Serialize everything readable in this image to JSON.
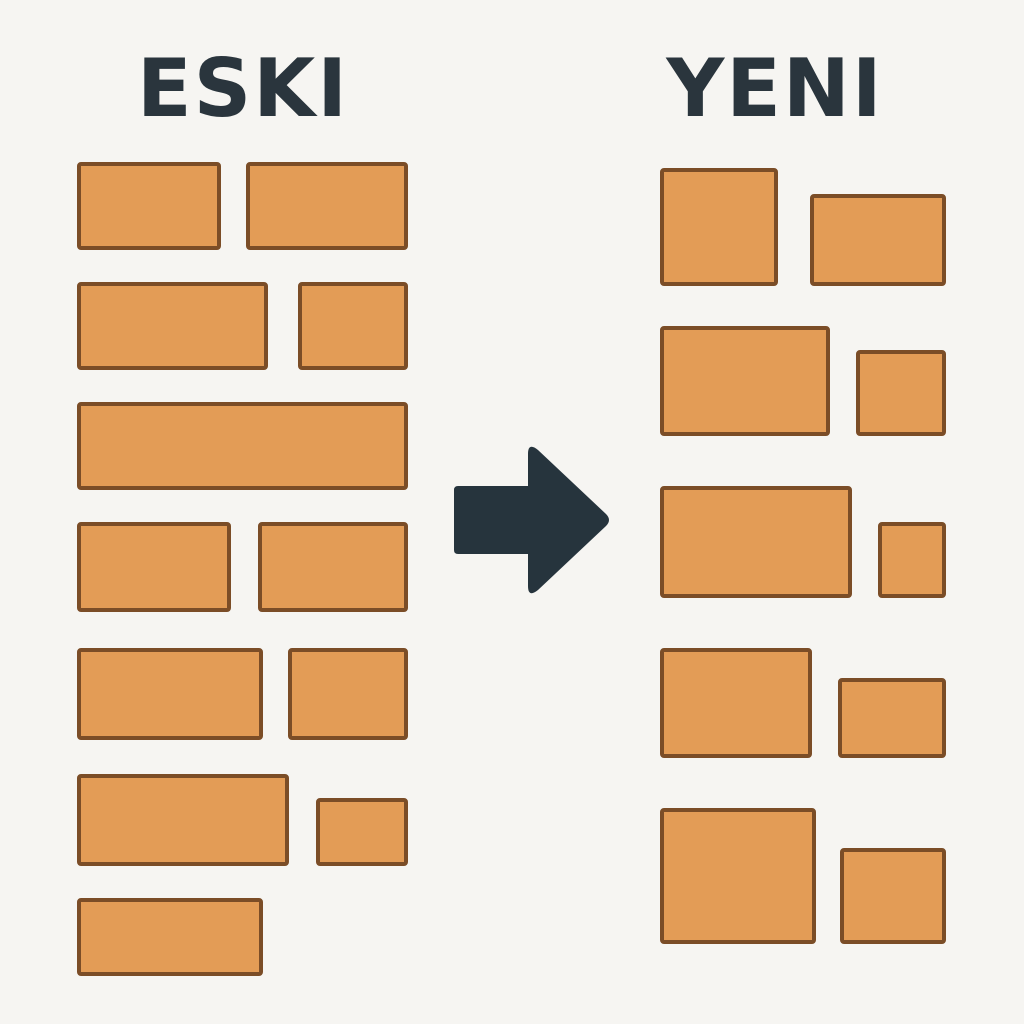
{
  "diagram": {
    "title_old": "ESKI",
    "title_new": "YENI",
    "colors": {
      "background": "#f6f5f2",
      "block_fill": "#e39c56",
      "block_border": "#7b4d27",
      "text": "#2a353d",
      "arrow": "#26343d"
    },
    "arrow_icon": "right-arrow-icon",
    "old_layout": {
      "rows": [
        {
          "blocks": 2
        },
        {
          "blocks": 2
        },
        {
          "blocks": 1
        },
        {
          "blocks": 2
        },
        {
          "blocks": 2
        },
        {
          "blocks": 2
        },
        {
          "blocks": 1
        }
      ]
    },
    "new_layout": {
      "rows": [
        {
          "blocks": 2
        },
        {
          "blocks": 2
        },
        {
          "blocks": 2
        },
        {
          "blocks": 2
        },
        {
          "blocks": 2
        }
      ]
    }
  }
}
